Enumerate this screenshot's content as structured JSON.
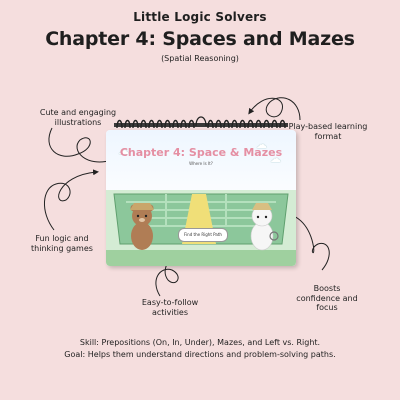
{
  "header": {
    "brand": "Little Logic Solvers",
    "title": "Chapter 4: Spaces and Mazes",
    "subtitle": "(Spatial Reasoning)"
  },
  "features": [
    "Cute and engaging illustrations",
    "Play-based learning format",
    "Fun logic and thinking games",
    "Boosts confidence and focus",
    "Easy-to-follow activities"
  ],
  "card": {
    "title": "Chapter 4: Space & Mazes",
    "subtitle": "Where Is It?",
    "button": "Find the Right Path"
  },
  "footer": {
    "skill": "Skill: Prepositions (On, In, Under), Mazes, and Left vs. Right.",
    "goal": "Goal: Helps them understand directions and problem-solving paths."
  },
  "colors": {
    "background": "#f5dede",
    "card_title": "#e58fa3",
    "maze_hedge": "#8cc79b",
    "path": "#f0df78"
  }
}
